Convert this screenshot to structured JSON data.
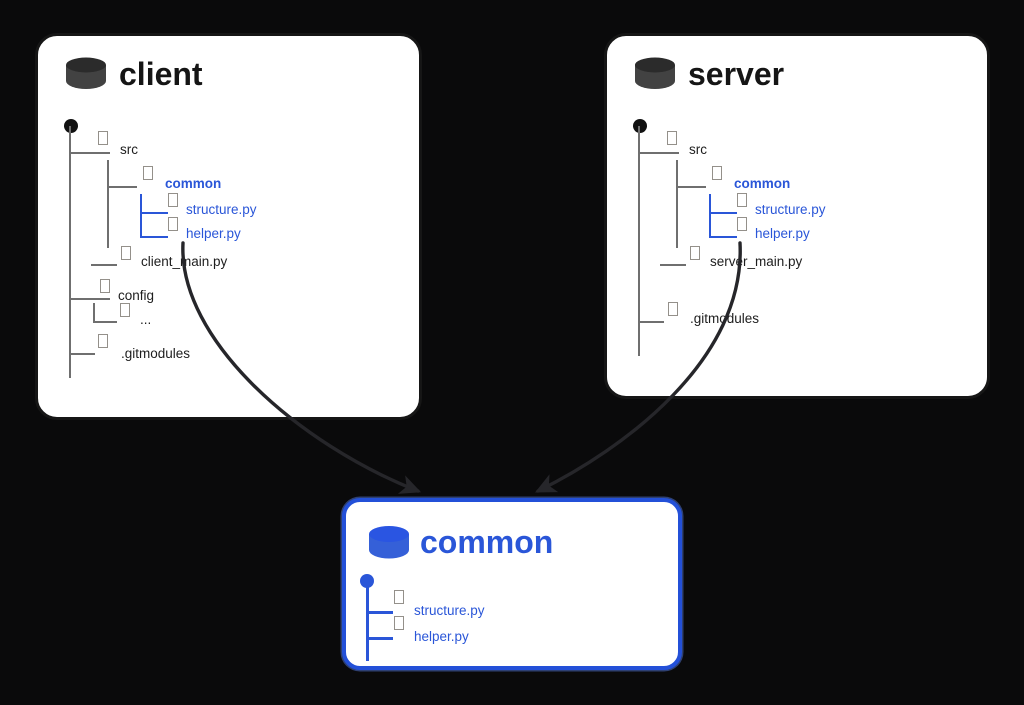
{
  "diagram": {
    "background": "#0a0a0b",
    "accent_blue": "#2a56d8",
    "border_blue": "#2350d8",
    "line_gray": "#6f6f6f",
    "arrow_color": "#26262a",
    "repo_icon": "database-icon",
    "boxes": {
      "client": {
        "title": "client",
        "tree": {
          "src": "src",
          "common": "common",
          "structure": "structure.py",
          "helper": "helper.py",
          "main": "client_main.py",
          "config": "config",
          "ellipsis": "...",
          "gitmodules": ".gitmodules"
        }
      },
      "server": {
        "title": "server",
        "tree": {
          "src": "src",
          "common": "common",
          "structure": "structure.py",
          "helper": "helper.py",
          "main": "server_main.py",
          "gitmodules": ".gitmodules"
        }
      },
      "common": {
        "title": "common",
        "tree": {
          "structure": "structure.py",
          "helper": "helper.py"
        }
      }
    }
  }
}
